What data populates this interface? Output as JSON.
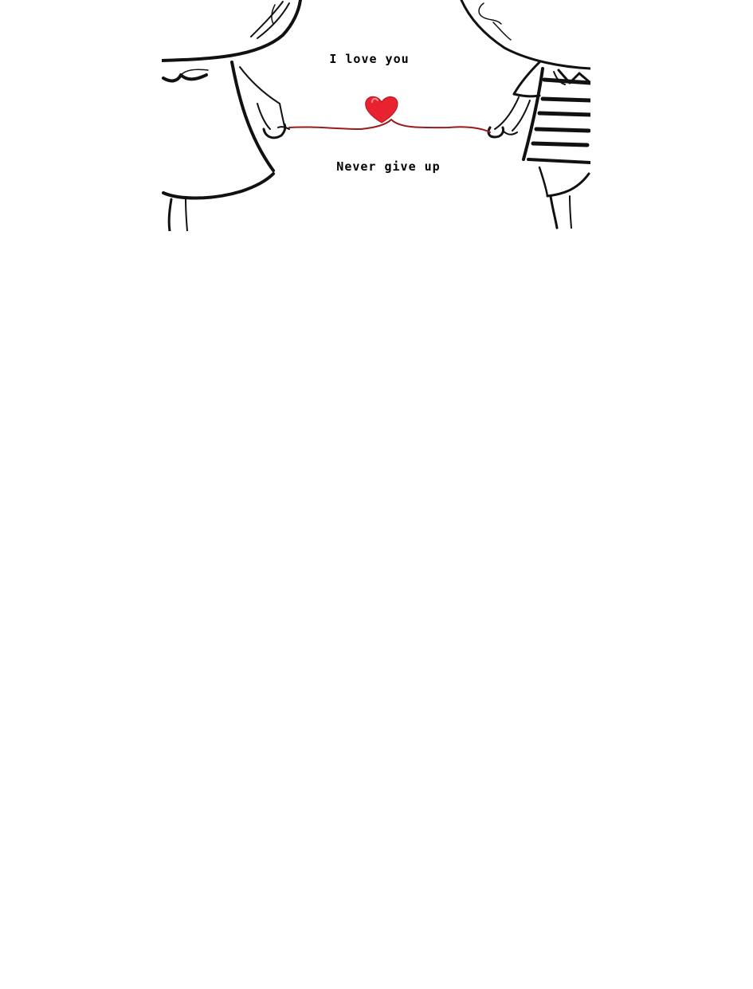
{
  "illustration": {
    "name": "couple-red-string-drawing",
    "colors": {
      "line": "#111111",
      "string": "#9b1b1b",
      "heart": "#e8222e",
      "heart_highlight": "#ff8a8a",
      "background": "#ffffff"
    },
    "top_text": "I love you",
    "bottom_text": "Never give up"
  }
}
